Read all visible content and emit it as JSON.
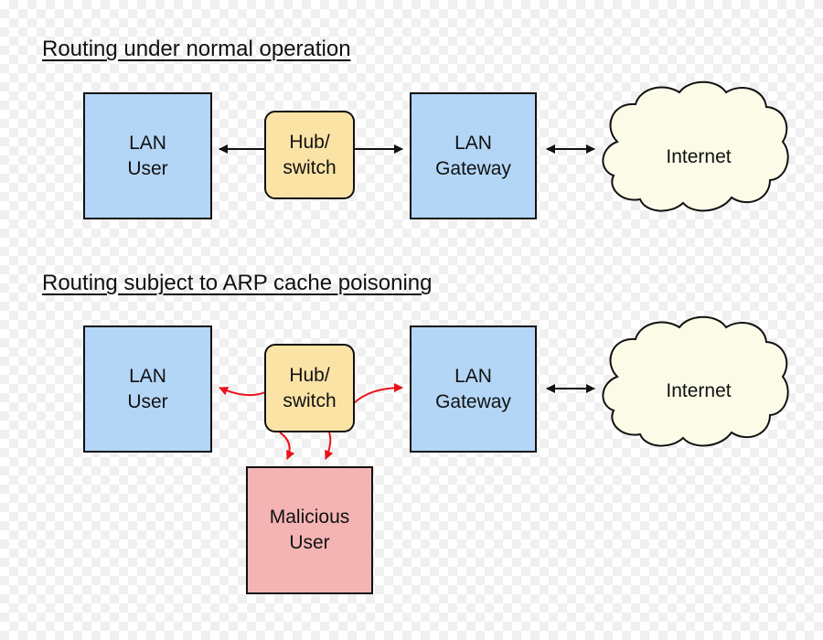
{
  "sections": [
    {
      "heading": "Routing under normal operation",
      "lan_user": "LAN\nUser",
      "hub": "Hub/\nswitch",
      "gateway": "LAN\nGateway",
      "internet": "Internet"
    },
    {
      "heading": "Routing subject to ARP cache poisoning",
      "lan_user": "LAN\nUser",
      "hub": "Hub/\nswitch",
      "gateway": "LAN\nGateway",
      "internet": "Internet",
      "malicious": "Malicious\nUser"
    }
  ],
  "colors": {
    "box_blue": "#b3d6f7",
    "hub_yellow": "#fbe3a6",
    "malicious_pink": "#f4b4b4",
    "cloud_fill": "#fbfbe8",
    "poison_arrow": "#e8141a"
  }
}
